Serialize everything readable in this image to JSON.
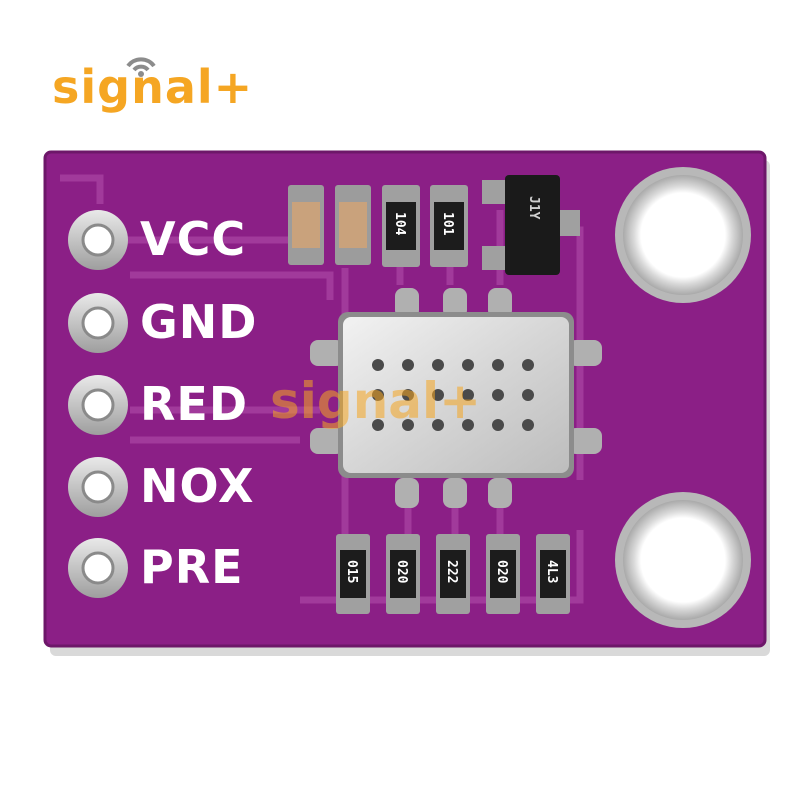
{
  "brand": {
    "logo_text": "signal+",
    "watermark_text": "signal+",
    "color": "#f5a623"
  },
  "board": {
    "pcb_color": "#8b1f86",
    "pins": [
      {
        "label": "VCC"
      },
      {
        "label": "GND"
      },
      {
        "label": "RED"
      },
      {
        "label": "NOX"
      },
      {
        "label": "PRE"
      }
    ],
    "top_resistors": [
      "104",
      "101"
    ],
    "transistor_marking": "J1Y",
    "bottom_resistors": [
      "015",
      "020",
      "222",
      "020",
      "4L3"
    ]
  }
}
